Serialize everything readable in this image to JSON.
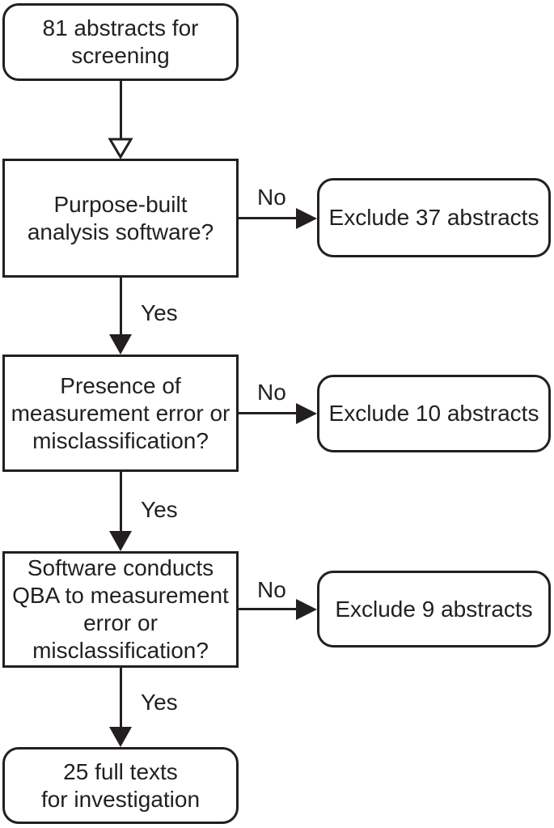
{
  "figure": {
    "type": "flowchart",
    "background_color": "#ffffff",
    "stroke_color": "#231f20",
    "text_color": "#231f20"
  },
  "nodes": {
    "start": {
      "shape": "rounded",
      "lines": [
        "81 abstracts for",
        "screening"
      ]
    },
    "q_software": {
      "shape": "rect",
      "lines": [
        "Purpose-built",
        "analysis software?"
      ]
    },
    "exclude_37": {
      "shape": "rounded",
      "lines": [
        "Exclude 37 abstracts"
      ]
    },
    "q_error": {
      "shape": "rect",
      "lines": [
        "Presence of",
        "measurement error or",
        "misclassification?"
      ]
    },
    "exclude_10": {
      "shape": "rounded",
      "lines": [
        "Exclude 10 abstracts"
      ]
    },
    "q_qba": {
      "shape": "rect",
      "lines": [
        "Software conducts",
        "QBA to measurement",
        "error or",
        "misclassification?"
      ]
    },
    "exclude_9": {
      "shape": "rounded",
      "lines": [
        "Exclude 9 abstracts"
      ]
    },
    "end": {
      "shape": "rounded",
      "lines": [
        "25 full texts",
        "for investigation"
      ]
    }
  },
  "edges": [
    {
      "from": "start",
      "to": "q_software",
      "label": "",
      "arrowhead": "open"
    },
    {
      "from": "q_software",
      "to": "exclude_37",
      "label": "No",
      "arrowhead": "filled"
    },
    {
      "from": "q_software",
      "to": "q_error",
      "label": "Yes",
      "arrowhead": "filled"
    },
    {
      "from": "q_error",
      "to": "exclude_10",
      "label": "No",
      "arrowhead": "filled"
    },
    {
      "from": "q_error",
      "to": "q_qba",
      "label": "Yes",
      "arrowhead": "filled"
    },
    {
      "from": "q_qba",
      "to": "exclude_9",
      "label": "No",
      "arrowhead": "filled"
    },
    {
      "from": "q_qba",
      "to": "end",
      "label": "Yes",
      "arrowhead": "filled"
    }
  ]
}
